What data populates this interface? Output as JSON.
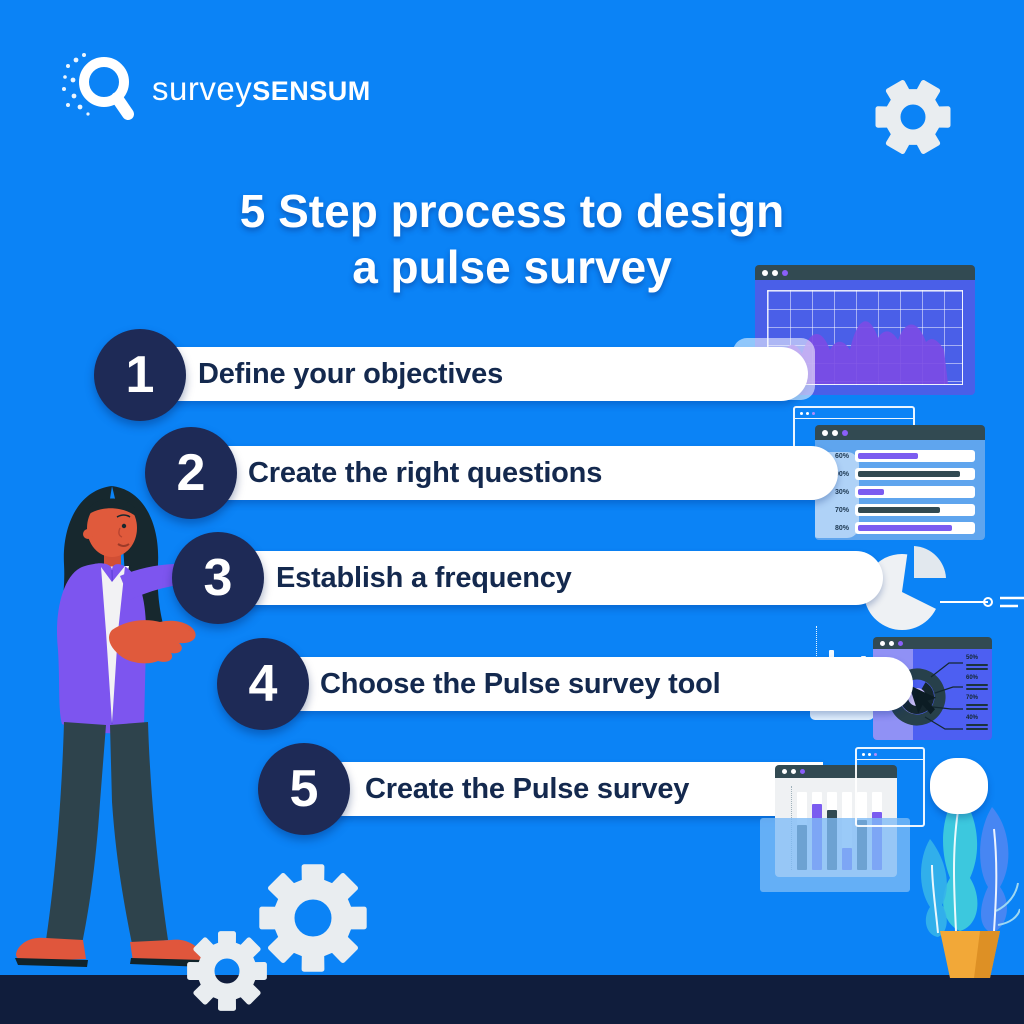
{
  "brand": {
    "logo_light": "survey",
    "logo_bold": "SENSUM"
  },
  "title": {
    "line1": "5 Step process to design",
    "line2": "a pulse survey"
  },
  "steps": [
    {
      "number": "1",
      "label": "Define your objectives"
    },
    {
      "number": "2",
      "label": "Create the right questions"
    },
    {
      "number": "3",
      "label": "Establish a frequency"
    },
    {
      "number": "4",
      "label": "Choose the Pulse survey tool"
    },
    {
      "number": "5",
      "label": "Create the Pulse survey"
    }
  ],
  "colors": {
    "background": "#0b83f6",
    "footer": "#101d3c",
    "circle_navy": "#1e2a56",
    "step_text": "#14294e",
    "purple": "#7b5cf0",
    "slate": "#324a52",
    "gear_gray": "#e9edf0"
  },
  "illustrations": {
    "progress_window": {
      "rows": [
        {
          "label": "60%",
          "value": 50,
          "color": "#7b5cf0"
        },
        {
          "label": "90%",
          "value": 85,
          "color": "#324a52"
        },
        {
          "label": "30%",
          "value": 22,
          "color": "#7b5cf0"
        },
        {
          "label": "70%",
          "value": 68,
          "color": "#324a52"
        },
        {
          "label": "80%",
          "value": 78,
          "color": "#7b5cf0"
        }
      ]
    },
    "donut_window": {
      "callouts": [
        "50%",
        "60%",
        "70%",
        "40%"
      ]
    },
    "bar_chart_window": {
      "bars": [
        {
          "h": 45,
          "color": "#324a52"
        },
        {
          "h": 66,
          "color": "#7b5cf0"
        },
        {
          "h": 60,
          "color": "#324a52"
        },
        {
          "h": 22,
          "color": "#7b5cf0"
        },
        {
          "h": 50,
          "color": "#324a52"
        },
        {
          "h": 58,
          "color": "#7b5cf0"
        }
      ]
    },
    "mini_bar_chart": {
      "heights": [
        26,
        48,
        18,
        34,
        12,
        42
      ]
    }
  }
}
